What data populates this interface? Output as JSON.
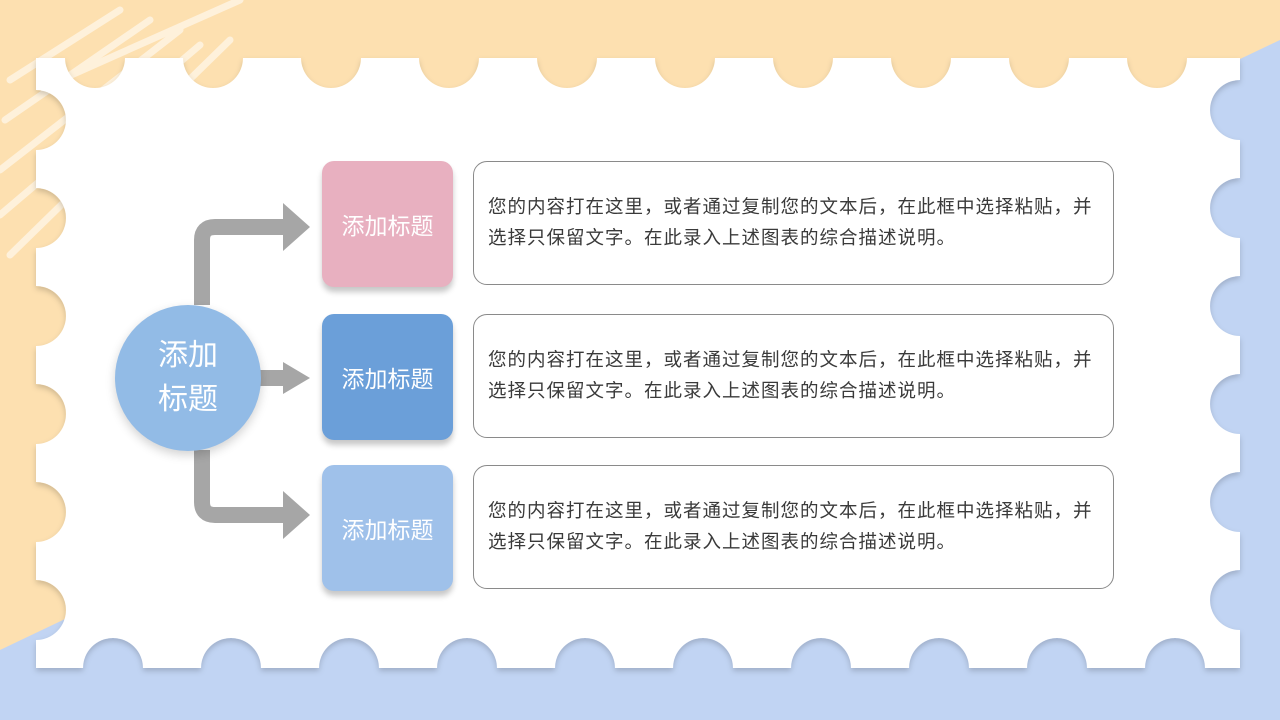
{
  "colors": {
    "orange_bg": "#fde0b0",
    "blue_bg": "#c1d4f3",
    "pink": "#e8b0c0",
    "blue_dark": "#6b9fd9",
    "blue_light": "#9fc1ea",
    "circle": "#92bbe6",
    "arrow": "#a6a6a6"
  },
  "center": {
    "title": "添加标题"
  },
  "items": [
    {
      "label": "添加标题",
      "text": "您的内容打在这里，或者通过复制您的文本后，在此框中选择粘贴，并选择只保留文字。在此录入上述图表的综合描述说明。"
    },
    {
      "label": "添加标题",
      "text": "您的内容打在这里，或者通过复制您的文本后，在此框中选择粘贴，并选择只保留文字。在此录入上述图表的综合描述说明。"
    },
    {
      "label": "添加标题",
      "text": "您的内容打在这里，或者通过复制您的文本后，在此框中选择粘贴，并选择只保留文字。在此录入上述图表的综合描述说明。"
    }
  ]
}
